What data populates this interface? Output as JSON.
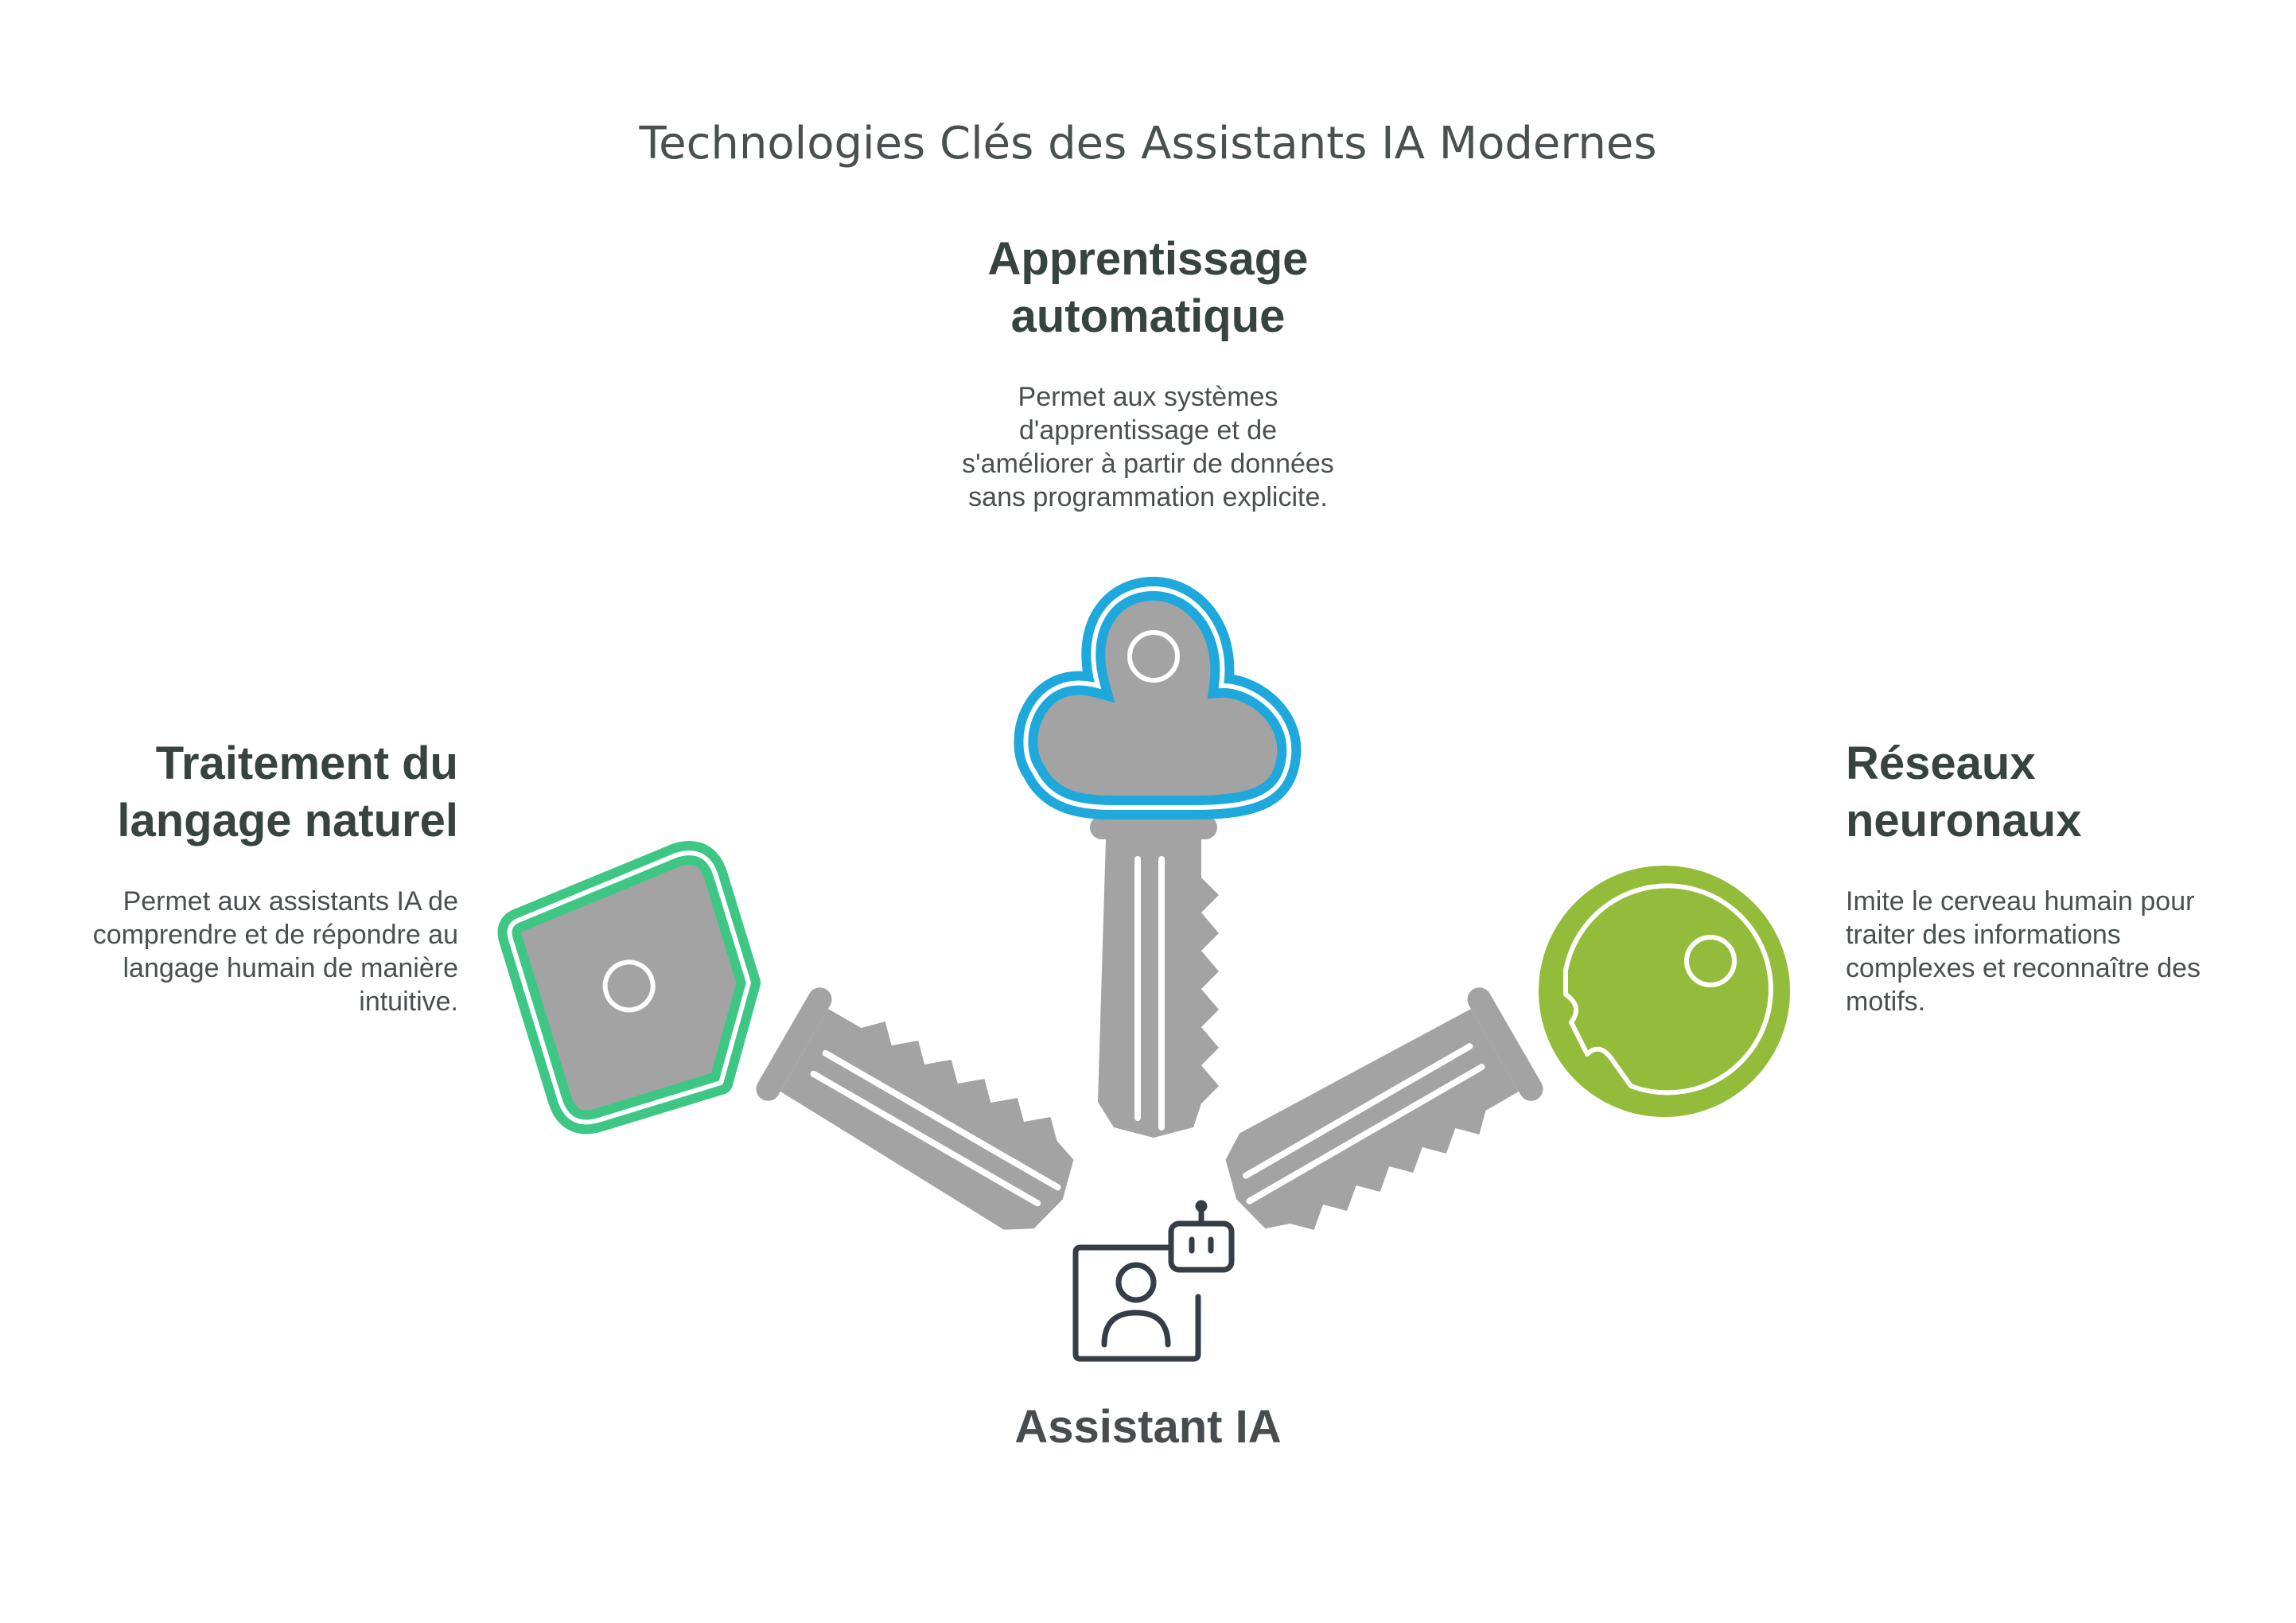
{
  "title": "Technologies Clés des Assistants IA Modernes",
  "center": {
    "label": "Assistant IA",
    "icon": "ai-assistant-icon"
  },
  "keys": {
    "top": {
      "heading_line1": "Apprentissage",
      "heading_line2": "automatique",
      "desc_lines": [
        "Permet aux systèmes",
        "d'apprentissage et de",
        "s'améliorer à partir de données",
        "sans programmation explicite."
      ],
      "color": "#1ea8dc",
      "icon": "cloud-key-icon"
    },
    "left": {
      "heading_line1": "Traitement du",
      "heading_line2": "langage naturel",
      "desc_lines": [
        "Permet aux assistants IA de",
        "comprendre et de répondre au",
        "langage humain de manière",
        "intuitive."
      ],
      "color": "#3ec784",
      "icon": "pentagon-key-icon"
    },
    "right": {
      "heading_line1": "Réseaux",
      "heading_line2": "neuronaux",
      "desc_lines": [
        "Imite le cerveau humain pour",
        "traiter des informations",
        "complexes et reconnaître des",
        "motifs."
      ],
      "color": "#93bc3b",
      "icon": "round-key-icon"
    }
  },
  "colors": {
    "key_gray": "#a3a3a3",
    "heading": "#36433f",
    "text": "#4a4f50",
    "icon_stroke": "#363d47"
  }
}
